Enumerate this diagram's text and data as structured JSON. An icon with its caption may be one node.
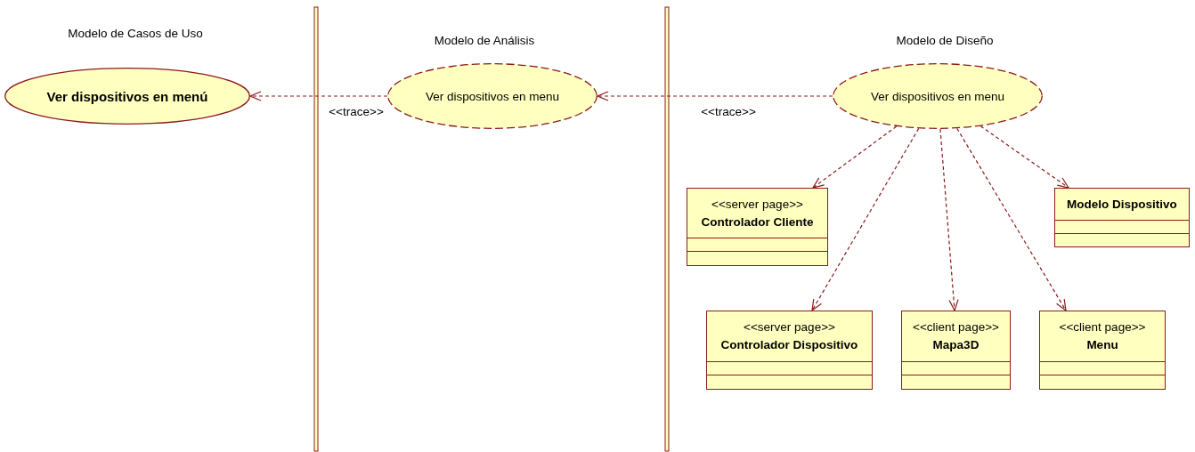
{
  "diagram": {
    "nodes": [
      {
        "text": [
          "Ver dispositivos en menú"
        ]
      },
      {
        "text": [
          "Ver dispositivos en menu"
        ]
      },
      {
        "text": [
          "Ver dispositivos en menu"
        ]
      },
      {
        "text": [
          "<<server page>>",
          "Controlador Cliente"
        ]
      },
      {
        "text": [
          "Modelo Dispositivo"
        ]
      },
      {
        "text": [
          "<<server page>>",
          "Controlador Dispositivo"
        ]
      },
      {
        "text": [
          "<<client page>>",
          "Mapa3D"
        ]
      },
      {
        "text": [
          "<<client page>>",
          "Menu"
        ]
      }
    ],
    "edges": [
      {
        "from": 1,
        "to": 0,
        "arrow": "to",
        "label": "<<trace>>",
        "style": "dashed"
      },
      {
        "from": 2,
        "to": 1,
        "arrow": "to",
        "label": "<<trace>>",
        "style": "dashed"
      },
      {
        "from": 2,
        "to": 3,
        "arrow": "to",
        "style": "dashed"
      },
      {
        "from": 2,
        "to": 5,
        "arrow": "to",
        "style": "dashed"
      },
      {
        "from": 2,
        "to": 6,
        "arrow": "to",
        "style": "dashed"
      },
      {
        "from": 2,
        "to": 7,
        "arrow": "to",
        "style": "dashed"
      },
      {
        "from": 2,
        "to": 4,
        "arrow": "to",
        "style": "dashed"
      }
    ],
    "labels": [
      "Modelo de Casos de Uso",
      "Modelo de Análisis",
      "Modelo de Diseño"
    ]
  }
}
